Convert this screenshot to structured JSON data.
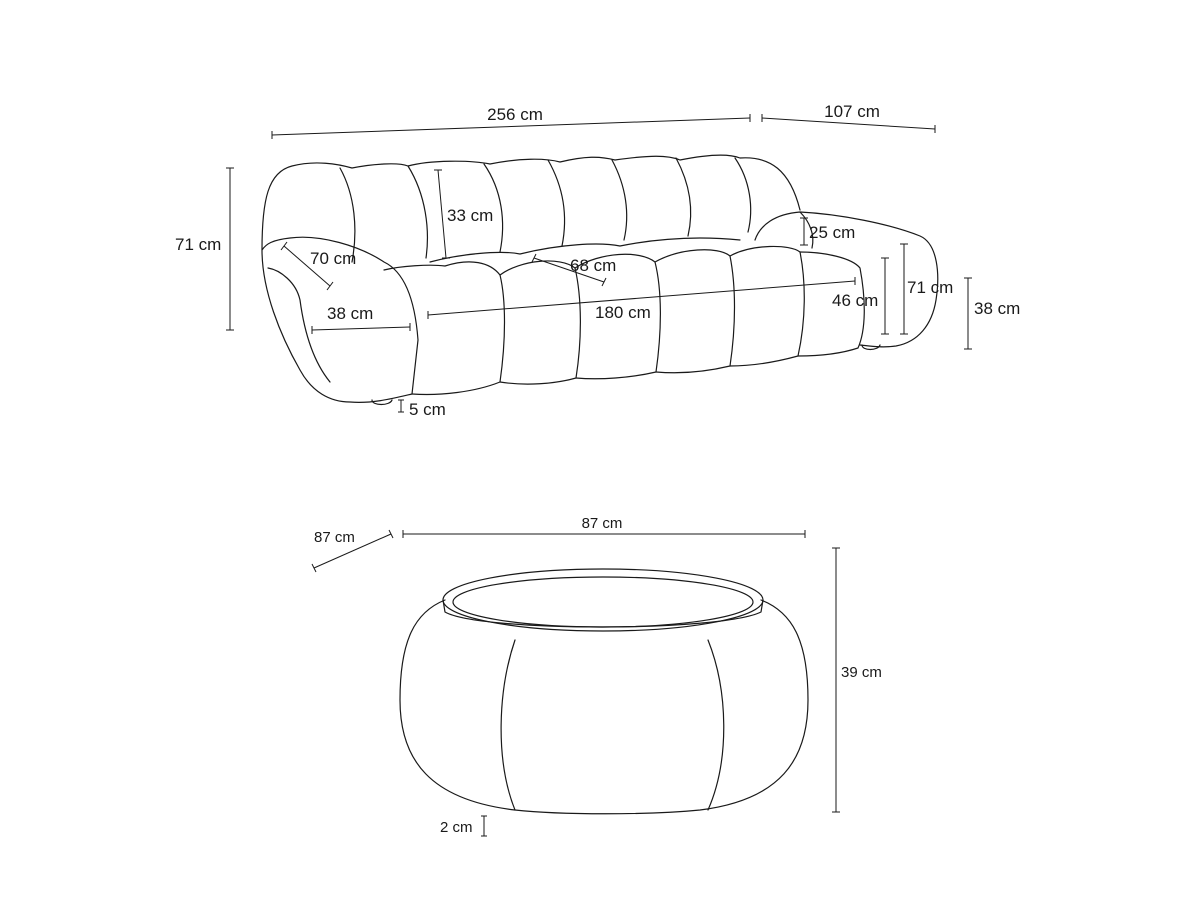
{
  "sofa": {
    "labels": {
      "total_width": "256 cm",
      "depth": "107 cm",
      "total_height": "71 cm",
      "back_cushion_height": "33 cm",
      "armrest_width": "70 cm",
      "backrest_depth": "68 cm",
      "armrest_depth": "38 cm",
      "seat_width": "180 cm",
      "arm_top": "25 cm",
      "seat_height": "46 cm",
      "arm_height": "71 cm",
      "seat_thickness": "38 cm",
      "foot_height": "5 cm"
    }
  },
  "table": {
    "labels": {
      "depth": "87 cm",
      "width": "87 cm",
      "height": "39 cm",
      "top_thickness": "2 cm"
    }
  },
  "colors": {
    "line": "#1a1a1a",
    "background": "#ffffff"
  }
}
